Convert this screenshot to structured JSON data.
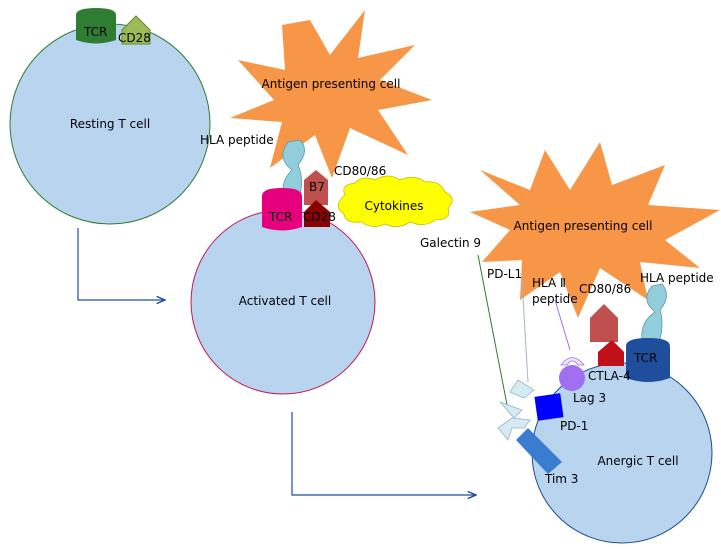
{
  "labels": {
    "tcr": "TCR",
    "cd28": "CD28",
    "resting_t_cell": "Resting T cell",
    "antigen_presenting_cell": "Antigen presenting cell",
    "hla_peptide": "HLA peptide",
    "cd80_86": "CD80/86",
    "b7": "B7",
    "cytokines": "Cytokines",
    "activated_t_cell": "Activated T cell",
    "galectin_9": "Galectin 9",
    "pd_l1": "PD-L1",
    "hla_ii": "HLA Ⅱ",
    "peptide": "peptide",
    "ctla_4": "CTLA-4",
    "lag_3": "Lag 3",
    "pd_1": "PD-1",
    "tim_3": "Tim 3",
    "anergic_t_cell": "Anergic T cell"
  },
  "colors": {
    "cell_fill": "#b8d4ee",
    "resting_border": "#2e7d32",
    "activated_border": "#c2185b",
    "anergic_border": "#1f4e8c",
    "apc": "#f79646",
    "cytokines": "#ffff00",
    "tcr_resting": "#2e7d32",
    "cd28_resting": "#9bbb59",
    "tcr_activated": "#e6007e",
    "cd28_activated": "#8b0000",
    "b7": "#c0504d",
    "hla": "#92cddc",
    "tcr_anergic": "#1f4e9c",
    "lag3": "#a070f0",
    "pd1": "#0000ff",
    "tim3": "#3a7dd0",
    "arrow": "#1f4e9c"
  }
}
